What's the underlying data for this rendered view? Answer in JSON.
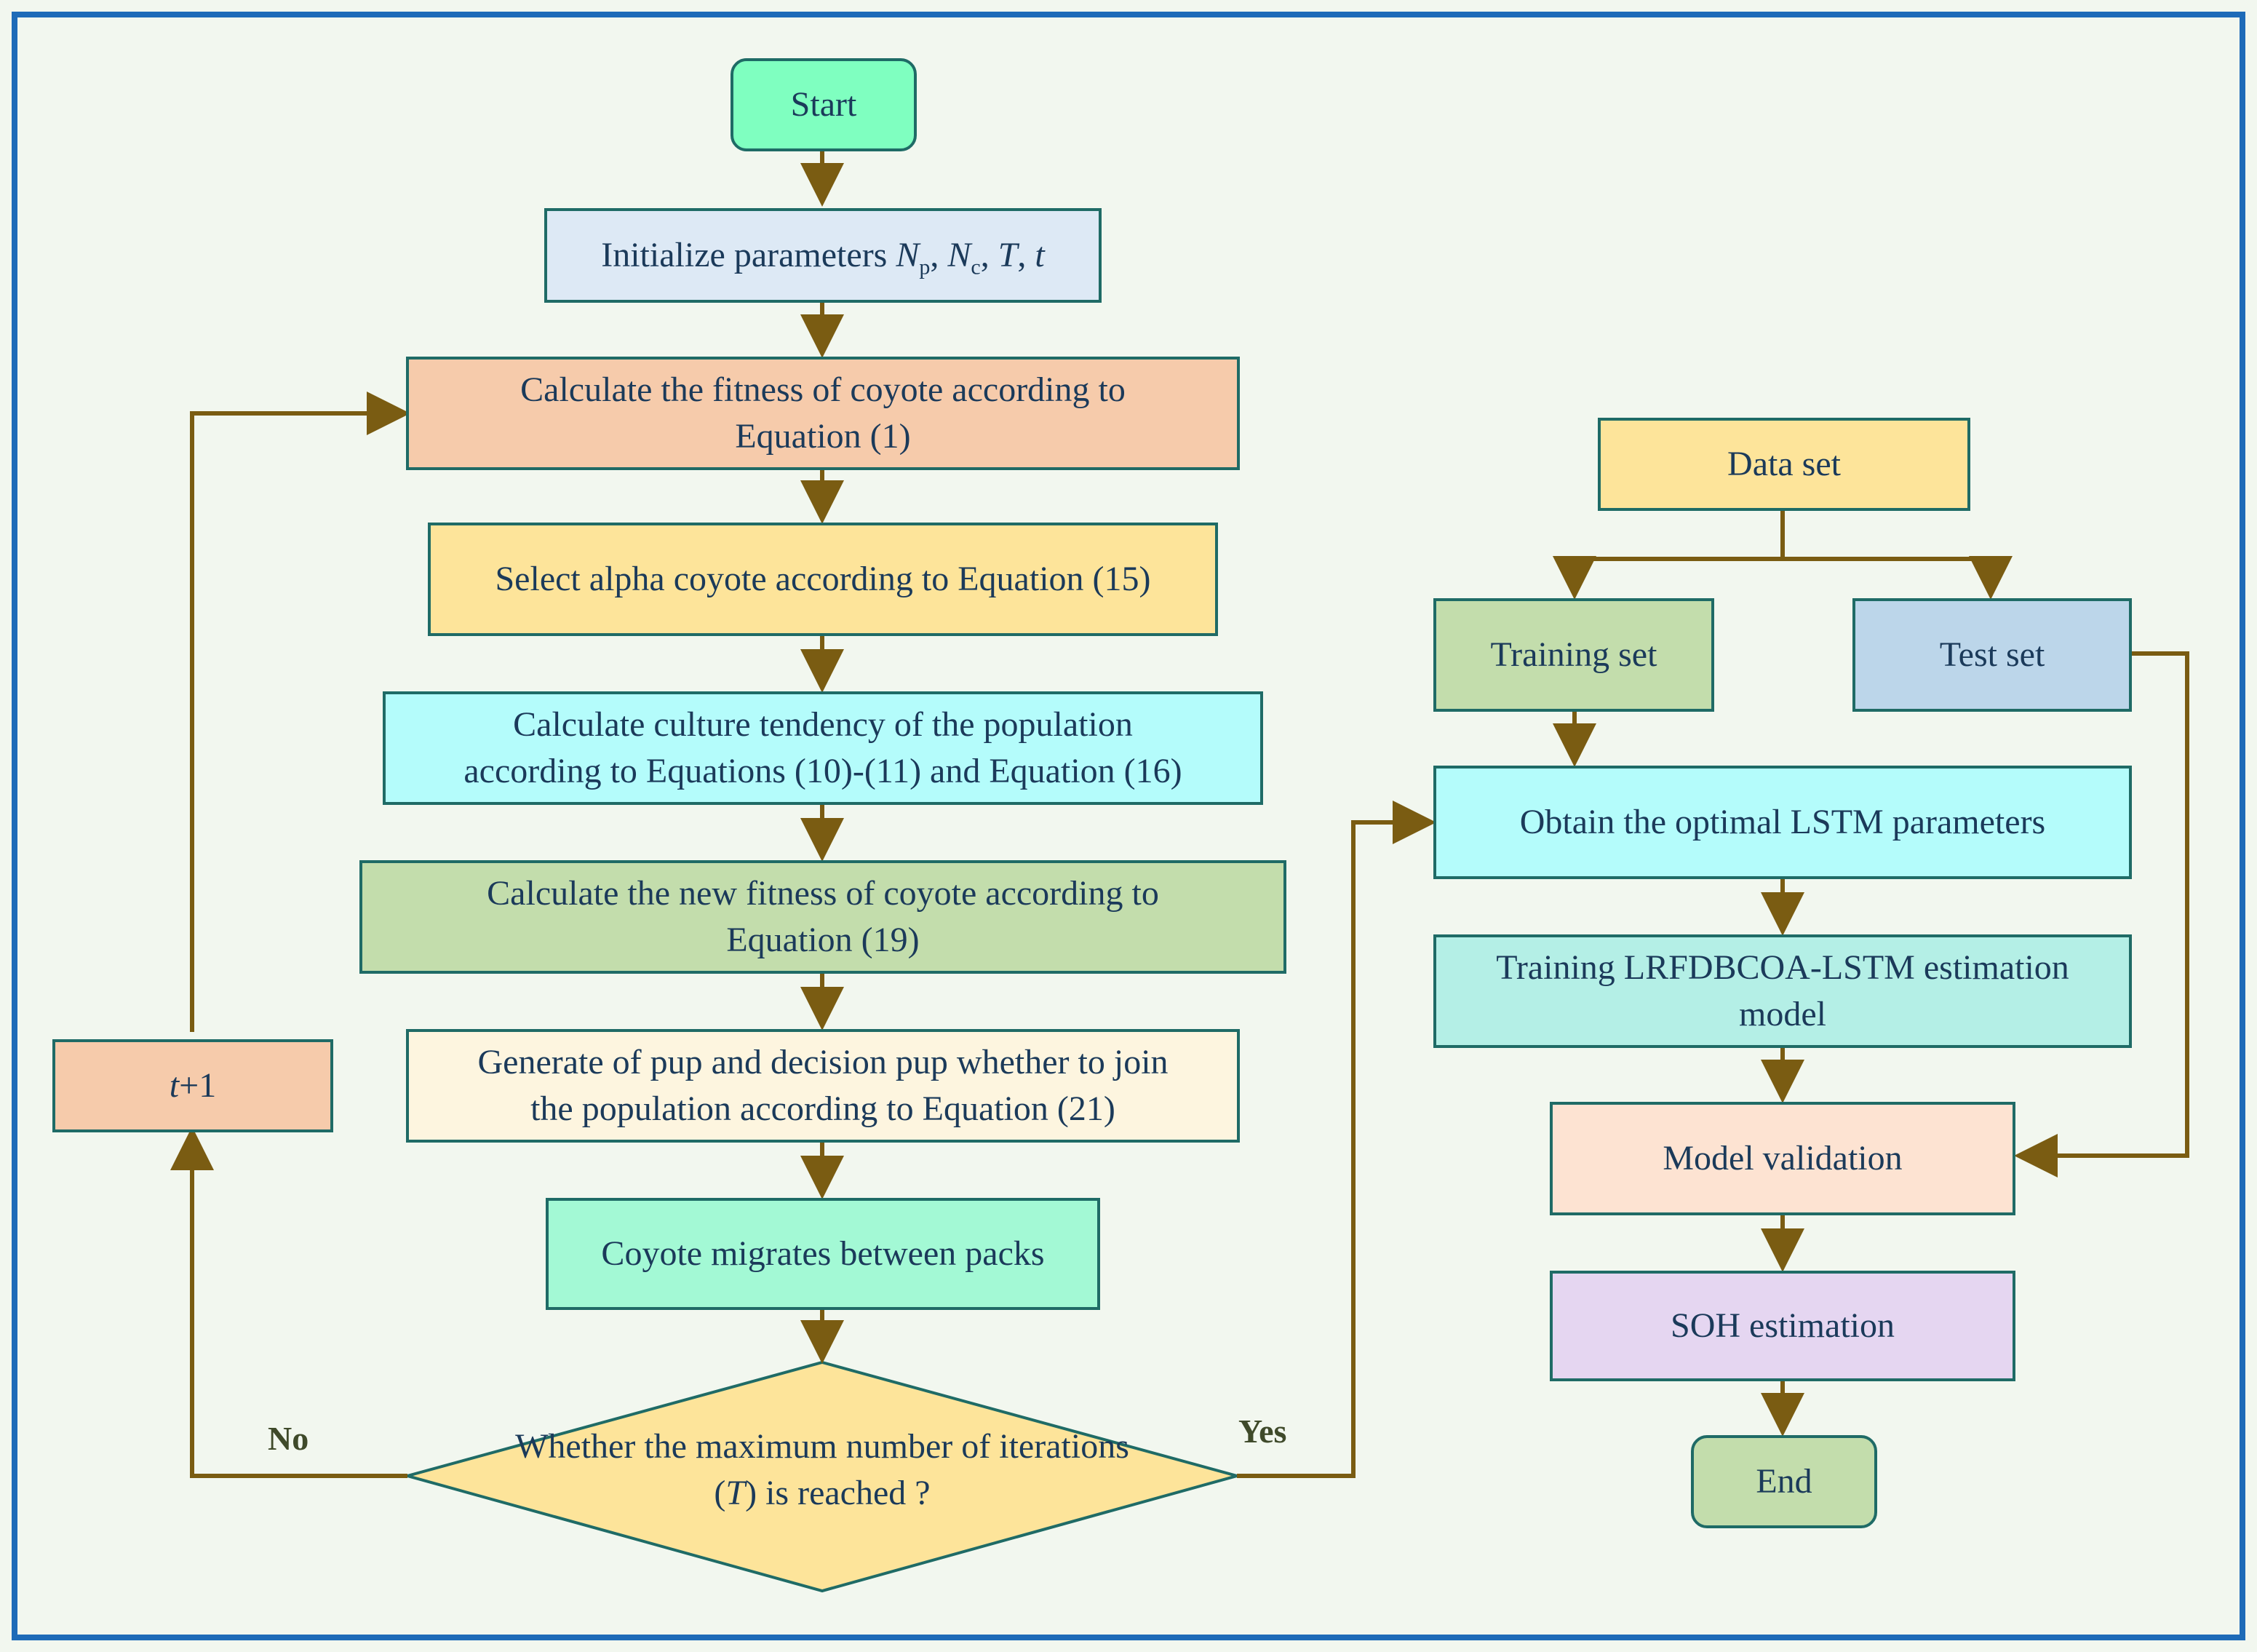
{
  "colors": {
    "frame": "#1e6bb8",
    "background": "#f2f7ef",
    "arrow": "#7a5c12",
    "node_border": "#1f6b66",
    "text": "#1b3a5a"
  },
  "nodes": {
    "start": {
      "label": "Start",
      "fill": "#7fffc0"
    },
    "init": {
      "label_prefix": "Initialize parameters ",
      "np": "N",
      "np_sub": "p",
      "nc": "N",
      "nc_sub": "c",
      "T": "T",
      "t": "t",
      "fill": "#dde9f5"
    },
    "calc_fitness": {
      "line1": "Calculate the fitness of coyote according to",
      "line2": "Equation (1)",
      "fill": "#f6cbab"
    },
    "select_alpha": {
      "label": "Select alpha coyote according to Equation (15)",
      "fill": "#fde49a"
    },
    "culture": {
      "line1": "Calculate culture tendency of the population",
      "line2": "according to Equations (10)-(11) and Equation (16)",
      "fill": "#b4fcfb"
    },
    "new_fitness": {
      "line1": "Calculate the new fitness of coyote according to",
      "line2": "Equation (19)",
      "fill": "#c3ddac"
    },
    "pup": {
      "line1": "Generate of pup and decision pup whether to join",
      "line2": "the population according to Equation (21)",
      "fill": "#fdf5df"
    },
    "migrate": {
      "label": "Coyote migrates between packs",
      "fill": "#a3f9d5"
    },
    "decision": {
      "line1": "Whether the maximum number",
      "line2_prefix": "of iterations (",
      "line2_var": "T",
      "line2_suffix": ") is reached ?",
      "fill": "#fde49a"
    },
    "increment": {
      "var": "t",
      "suffix": "+1",
      "fill": "#f6cbab"
    },
    "data_set": {
      "label": "Data set",
      "fill": "#fde49a"
    },
    "training_set": {
      "label": "Training set",
      "fill": "#c3ddac"
    },
    "test_set": {
      "label": "Test set",
      "fill": "#bcd6ea"
    },
    "optimal": {
      "label": "Obtain the optimal LSTM parameters",
      "fill": "#b4fcfb"
    },
    "training_model": {
      "line1": "Training LRFDBCOA-LSTM estimation",
      "line2": "model",
      "fill": "#b4efe6"
    },
    "validation": {
      "label": "Model validation",
      "fill": "#fde3d2"
    },
    "soh": {
      "label": "SOH estimation",
      "fill": "#e5d6f1"
    },
    "end": {
      "label": "End",
      "fill": "#c3ddac"
    }
  },
  "edge_labels": {
    "no": "No",
    "yes": "Yes"
  }
}
